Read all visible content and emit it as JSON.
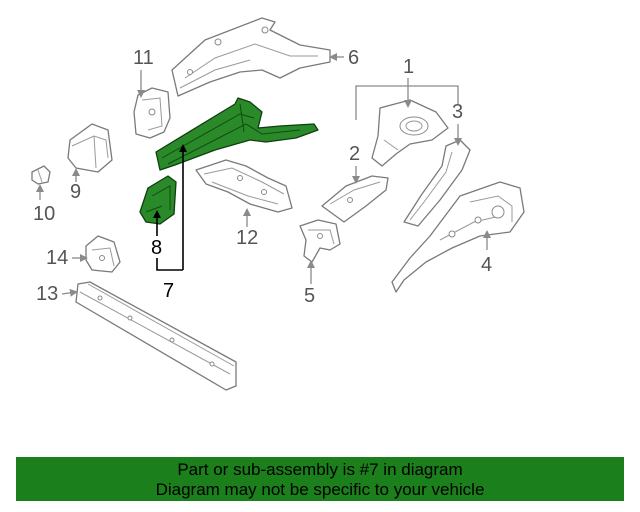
{
  "diagram": {
    "callouts": {
      "c1": "1",
      "c2": "2",
      "c3": "3",
      "c4": "4",
      "c5": "5",
      "c6": "6",
      "c7": "7",
      "c8": "8",
      "c9": "9",
      "c10": "10",
      "c11": "11",
      "c12": "12",
      "c13": "13",
      "c14": "14"
    },
    "highlighted_part": "7",
    "highlight_color": "#2a8a2a"
  },
  "footer": {
    "line1": "Part or sub-assembly is #7 in diagram",
    "line2": "Diagram may not be specific to your vehicle",
    "background_color": "#1b7f1b"
  }
}
